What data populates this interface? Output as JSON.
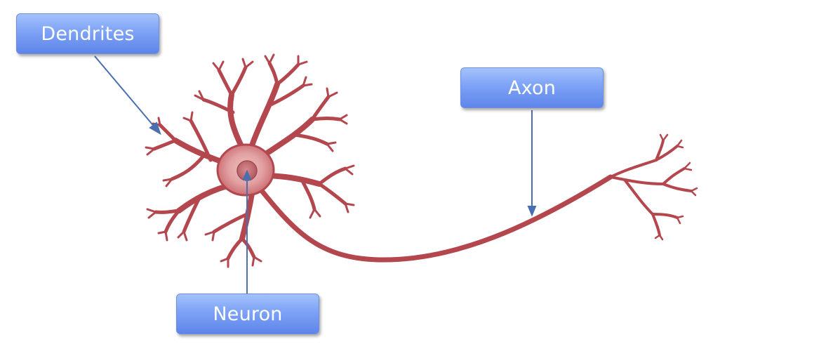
{
  "labels": {
    "dendrites": "Dendrites",
    "axon": "Axon",
    "neuron": "Neuron"
  },
  "colors": {
    "neuron_fill": "#b4464e",
    "neuron_outline": "#8a2a33",
    "soma_fill": "#e8a7a9",
    "nucleus_fill": "#c56f73",
    "label_fill": "#7da2f6",
    "label_text": "#ffffff",
    "arrow": "#4a6fb0"
  },
  "icons": {
    "neuron": "neuron-illustration"
  }
}
